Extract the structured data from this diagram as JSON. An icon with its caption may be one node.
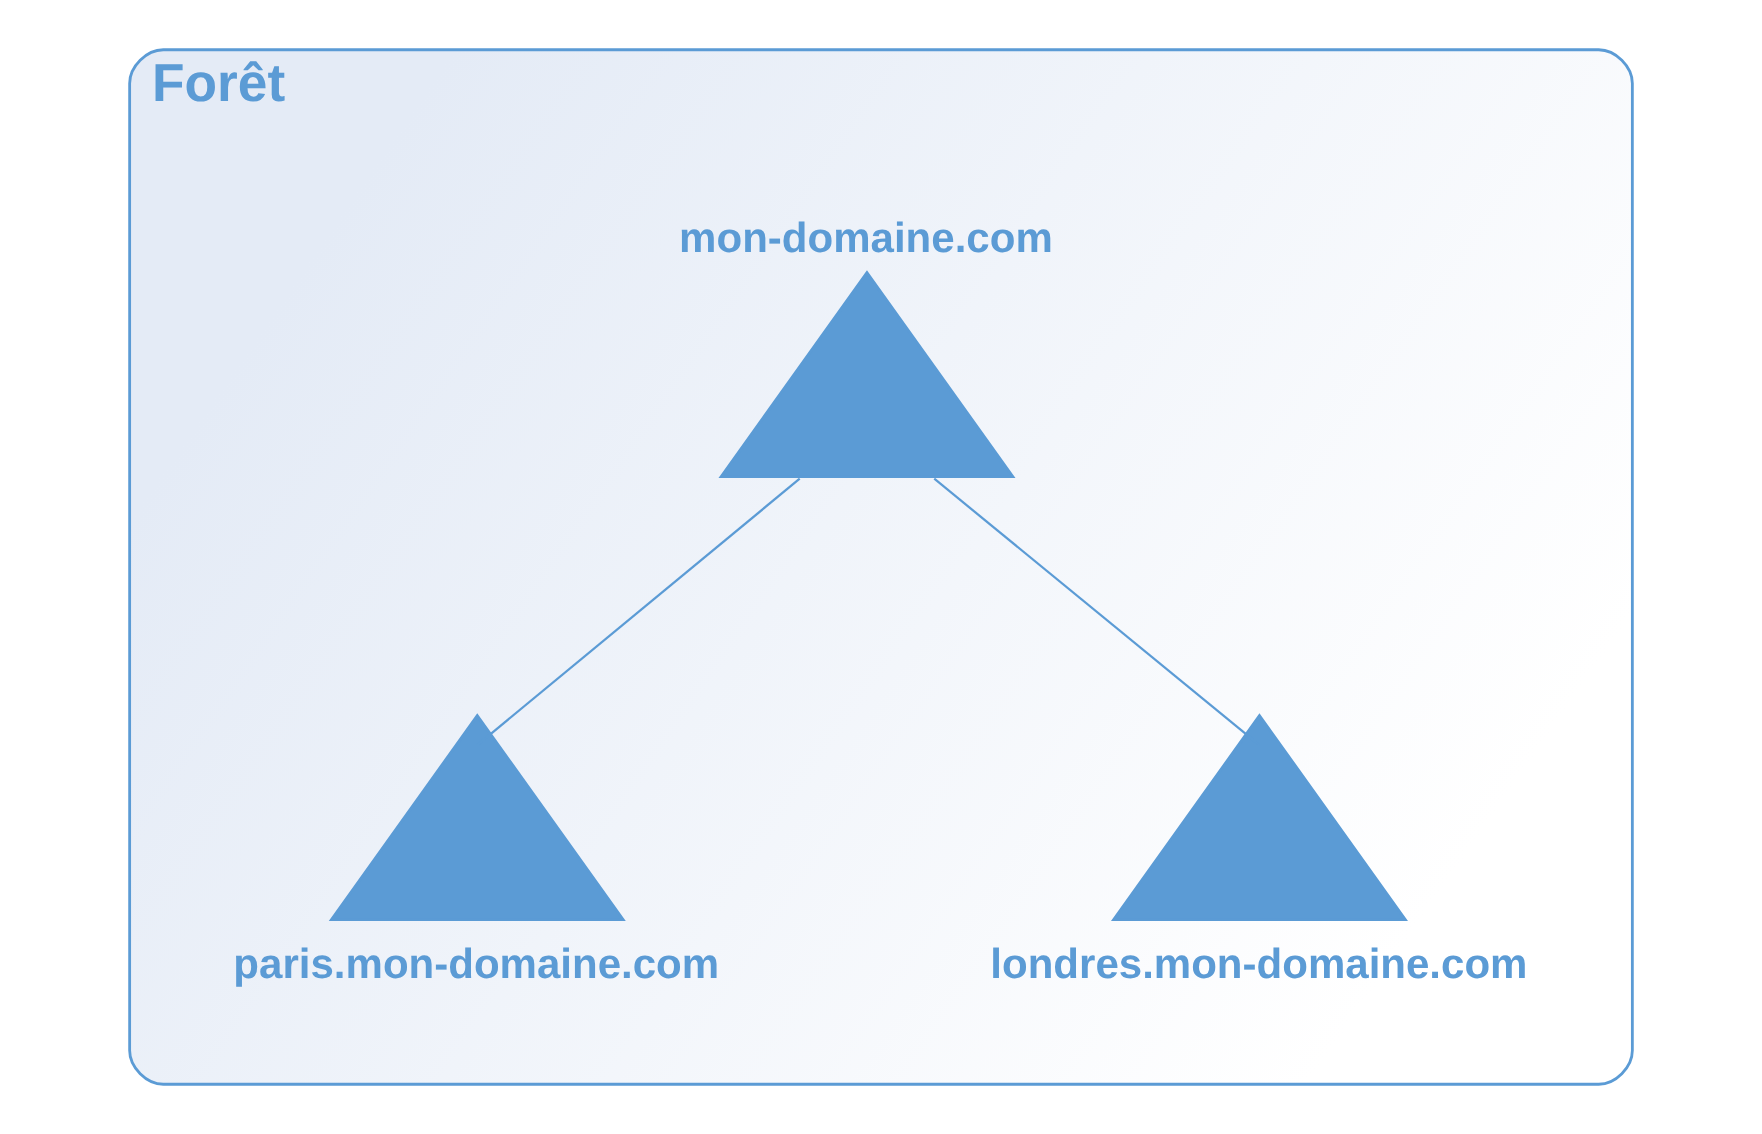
{
  "diagram": {
    "nodes": [
      {
        "text": [
          "Forêt"
        ]
      },
      {
        "text": [
          "mon-domaine.com"
        ],
        "in": 0
      },
      {
        "text": [
          "paris.mon-domaine.com"
        ],
        "in": 0
      },
      {
        "text": [
          "londres.mon-domaine.com"
        ],
        "in": 0
      }
    ],
    "edges": [
      {
        "from": 1,
        "to": 2,
        "arrow": "none"
      },
      {
        "from": 1,
        "to": 3,
        "arrow": "none"
      }
    ]
  }
}
